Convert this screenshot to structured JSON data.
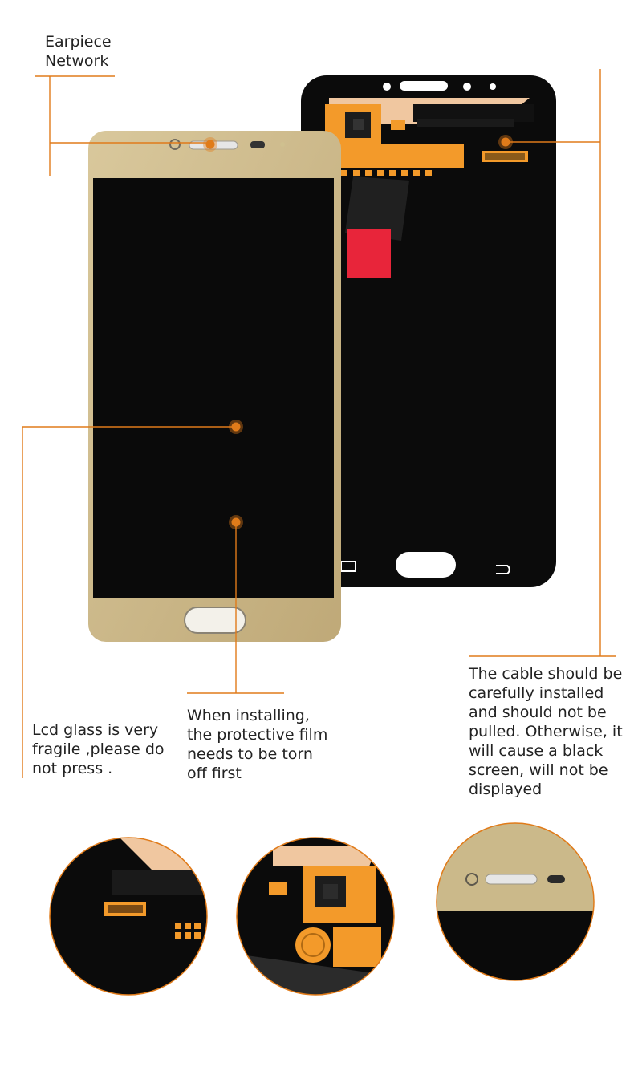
{
  "labels": {
    "earpiece_network": "Earpiece\nNetwork",
    "lcd_glass": "Lcd glass is very fragile ,please do not press .",
    "protective_film": "When installing, the protective film needs to be torn off first",
    "cable_warning": "The cable should be carefully installed and should not be pulled. Otherwise, it will cause a black screen, will not be displayed"
  },
  "colors": {
    "accent": "#e07b1a",
    "gold_frame": "#cbb98a",
    "black_panel": "#0a0a0a",
    "flex_orange": "#f39a2a",
    "red_tab": "#e8253a"
  }
}
